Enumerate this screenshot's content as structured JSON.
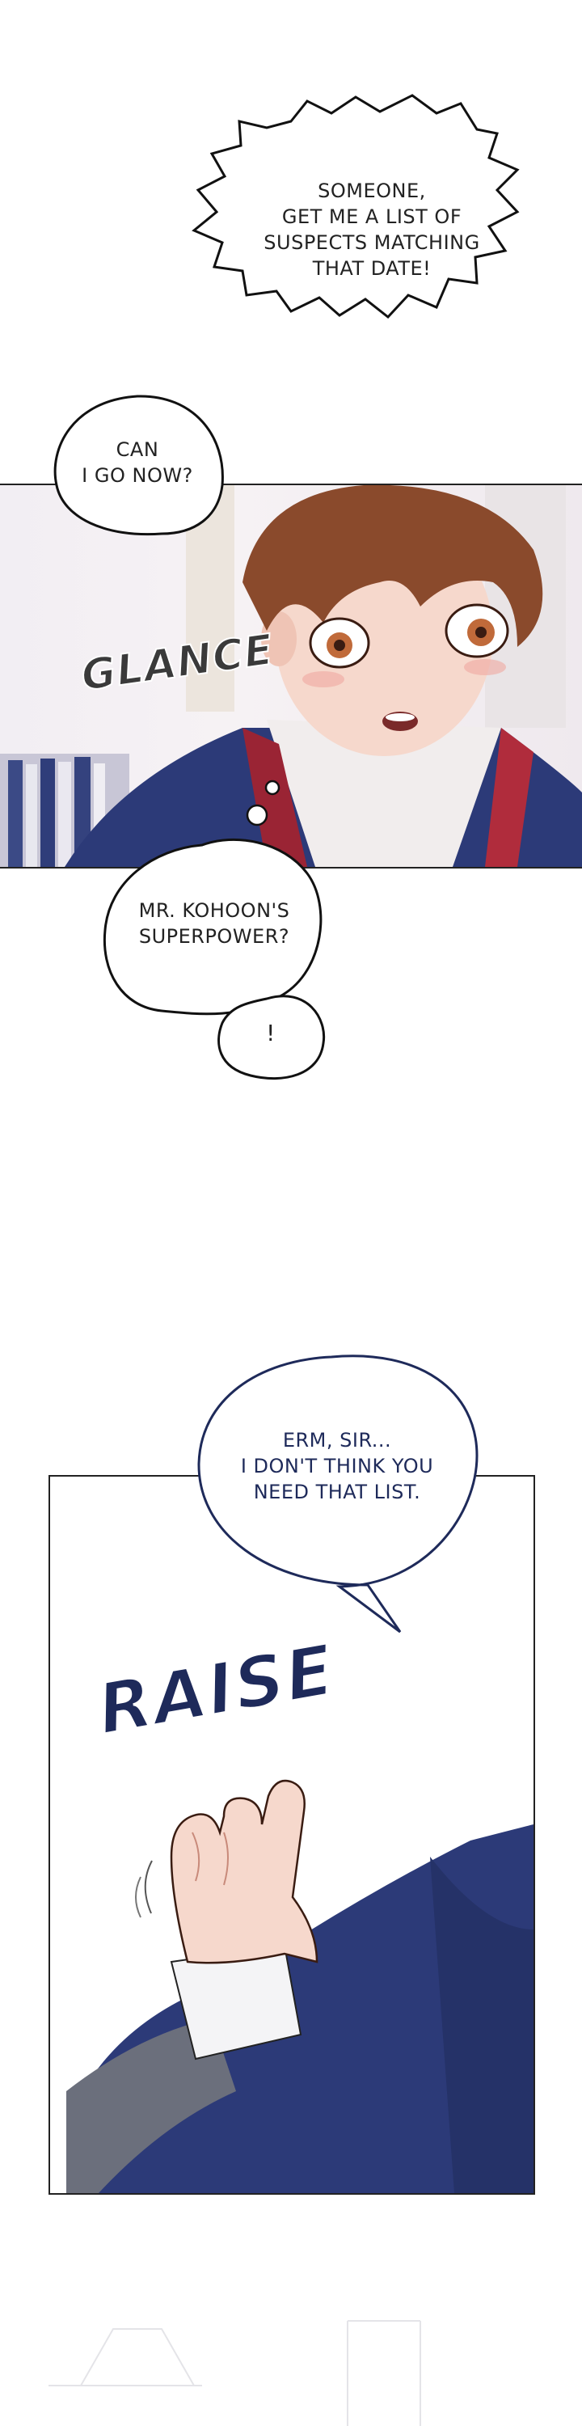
{
  "bubbles": {
    "someone": "SOMEONE,\nGET ME A LIST OF\nSUSPECTS MATCHING\nTHAT DATE!",
    "can_i_go": "CAN\nI GO NOW?",
    "superpower": "MR. KOHOON'S\nSUPERPOWER?",
    "exclaim": "!",
    "erm": "ERM, SIR...\nI DON'T THINK YOU\nNEED THAT LIST."
  },
  "sfx": {
    "glance": "GLANCE",
    "raise": "RAISE"
  },
  "colors": {
    "panel_border": "#1a1a1a",
    "raise_text": "#1e2a5a",
    "glance_text": "#3a3a3a",
    "suit_blue": "#2c3a78",
    "hair_brown": "#8a4a2c",
    "skin": "#f6d8cc"
  }
}
